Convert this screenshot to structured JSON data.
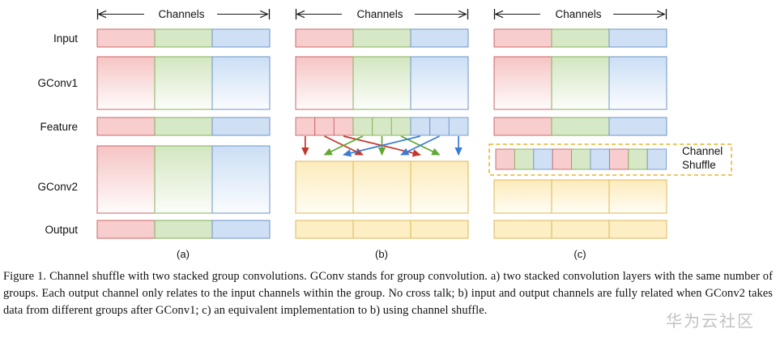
{
  "figure": {
    "axis_label": "Channels",
    "row_labels": [
      "Input",
      "GConv1",
      "Feature",
      "GConv2",
      "Output"
    ],
    "panel_labels": [
      "(a)",
      "(b)",
      "(c)"
    ],
    "shuffle_label_line1": "Channel",
    "shuffle_label_line2": "Shuffle",
    "group_count": 3,
    "channels_per_group": 3,
    "colors": {
      "red_fill": "#f7cdcd",
      "red_stroke": "#cc6666",
      "green_fill": "#d6e8c6",
      "green_stroke": "#86b05a",
      "blue_fill": "#cfe0f5",
      "blue_stroke": "#6e95c8",
      "yellow_fill": "#fdeec3",
      "yellow_stroke": "#dcb85a",
      "arrow_red": "#c0392b",
      "arrow_green": "#5fa832",
      "arrow_blue": "#3a7bd5",
      "dashed_box": "#e0a800",
      "axis_black": "#1a1a1a",
      "text": "#111111"
    },
    "shuffle_sequence": [
      "red",
      "green",
      "blue",
      "red",
      "green",
      "blue",
      "red",
      "green",
      "blue"
    ],
    "arrows": [
      {
        "from_channel": 0,
        "to_slot": 0,
        "color": "red"
      },
      {
        "from_channel": 1,
        "to_slot": 3,
        "color": "red"
      },
      {
        "from_channel": 2,
        "to_slot": 6,
        "color": "red"
      },
      {
        "from_channel": 3,
        "to_slot": 1,
        "color": "green"
      },
      {
        "from_channel": 4,
        "to_slot": 4,
        "color": "green"
      },
      {
        "from_channel": 5,
        "to_slot": 7,
        "color": "green"
      },
      {
        "from_channel": 6,
        "to_slot": 2,
        "color": "blue"
      },
      {
        "from_channel": 7,
        "to_slot": 5,
        "color": "blue"
      },
      {
        "from_channel": 8,
        "to_slot": 8,
        "color": "blue"
      }
    ]
  },
  "caption": {
    "text": "Figure 1. Channel shuffle with two stacked group convolutions. GConv stands for group convolution. a) two stacked convolution layers with the same number of groups. Each output channel only relates to the input channels within the group. No cross talk; b) input and output channels are fully related when GConv2 takes data from different groups after GConv1; c) an equivalent implementation to b) using channel shuffle."
  },
  "watermark": {
    "text": "华为云社区"
  }
}
